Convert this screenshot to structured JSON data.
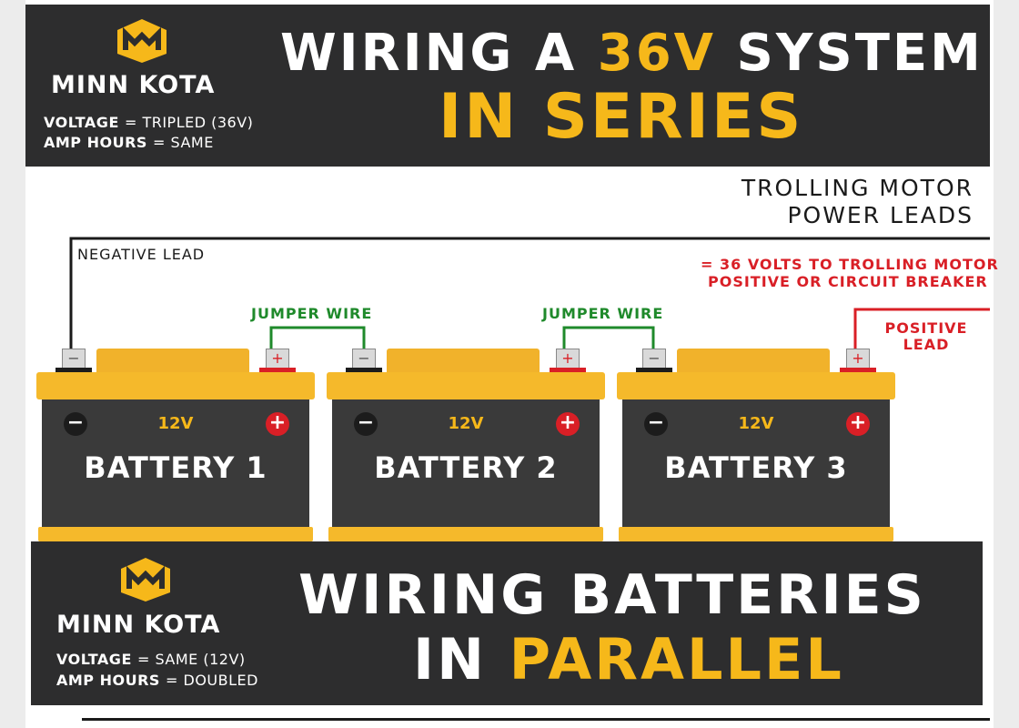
{
  "top_section": {
    "brand": "MINN KOTA",
    "voltage_label": "VOLTAGE",
    "voltage_value": "= TRIPLED (36V)",
    "amp_label": "AMP HOURS",
    "amp_value": "= SAME",
    "title_line1_part1": "WIRING A",
    "title_line1_part2": "36V",
    "title_line1_part3": "SYSTEM",
    "title_line2": "IN SERIES"
  },
  "diagram": {
    "power_leads_line1": "TROLLING MOTOR",
    "power_leads_line2": "POWER LEADS",
    "negative_lead": "NEGATIVE LEAD",
    "jumper_wire_1": "JUMPER WIRE",
    "jumper_wire_2": "JUMPER WIRE",
    "note_line1": "= 36 VOLTS TO TROLLING MOTOR",
    "note_line2": "POSITIVE OR CIRCUIT BREAKER",
    "positive_lead_line1": "POSITIVE",
    "positive_lead_line2": "LEAD",
    "batteries": [
      {
        "name": "BATTERY 1",
        "voltage": "12V",
        "neg_symbol": "−",
        "pos_symbol": "+"
      },
      {
        "name": "BATTERY 2",
        "voltage": "12V",
        "neg_symbol": "−",
        "pos_symbol": "+"
      },
      {
        "name": "BATTERY 3",
        "voltage": "12V",
        "neg_symbol": "−",
        "pos_symbol": "+"
      }
    ]
  },
  "bottom_section": {
    "brand": "MINN KOTA",
    "voltage_label": "VOLTAGE",
    "voltage_value": "= SAME (12V)",
    "amp_label": "AMP HOURS",
    "amp_value": "= DOUBLED",
    "title_line1": "WIRING BATTERIES",
    "title_line2_part1": "IN",
    "title_line2_part2": "PARALLEL"
  },
  "colors": {
    "banner": "#2d2d2e",
    "accent_gold": "#f6b81a",
    "positive_red": "#d91f26",
    "jumper_green": "#1f8a2b"
  }
}
